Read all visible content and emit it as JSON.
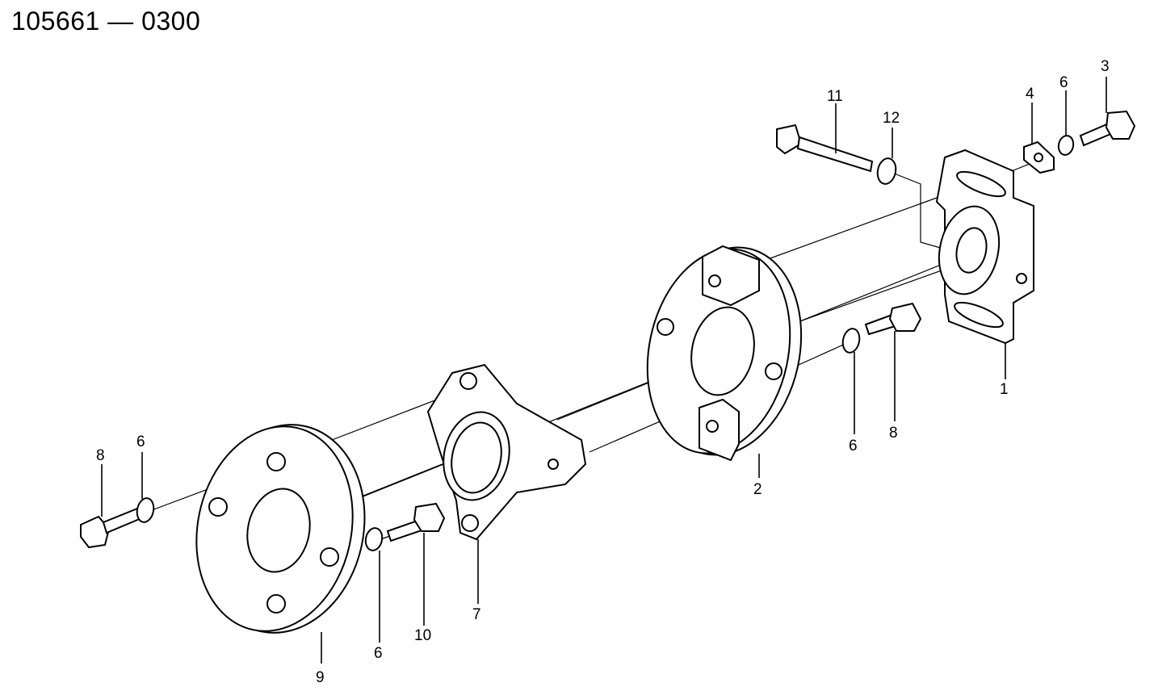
{
  "document": {
    "title": "105661 — 0300"
  },
  "callouts": [
    {
      "id": "c1",
      "text": "1"
    },
    {
      "id": "c2",
      "text": "2"
    },
    {
      "id": "c3",
      "text": "3"
    },
    {
      "id": "c4",
      "text": "4"
    },
    {
      "id": "c6a",
      "text": "6"
    },
    {
      "id": "c12",
      "text": "12"
    },
    {
      "id": "c11",
      "text": "11"
    },
    {
      "id": "c8a",
      "text": "8"
    },
    {
      "id": "c6b",
      "text": "6"
    },
    {
      "id": "c8b",
      "text": "8"
    },
    {
      "id": "c6c",
      "text": "6"
    },
    {
      "id": "c9",
      "text": "9"
    },
    {
      "id": "c6d",
      "text": "6"
    },
    {
      "id": "c10",
      "text": "10"
    },
    {
      "id": "c7",
      "text": "7"
    }
  ]
}
